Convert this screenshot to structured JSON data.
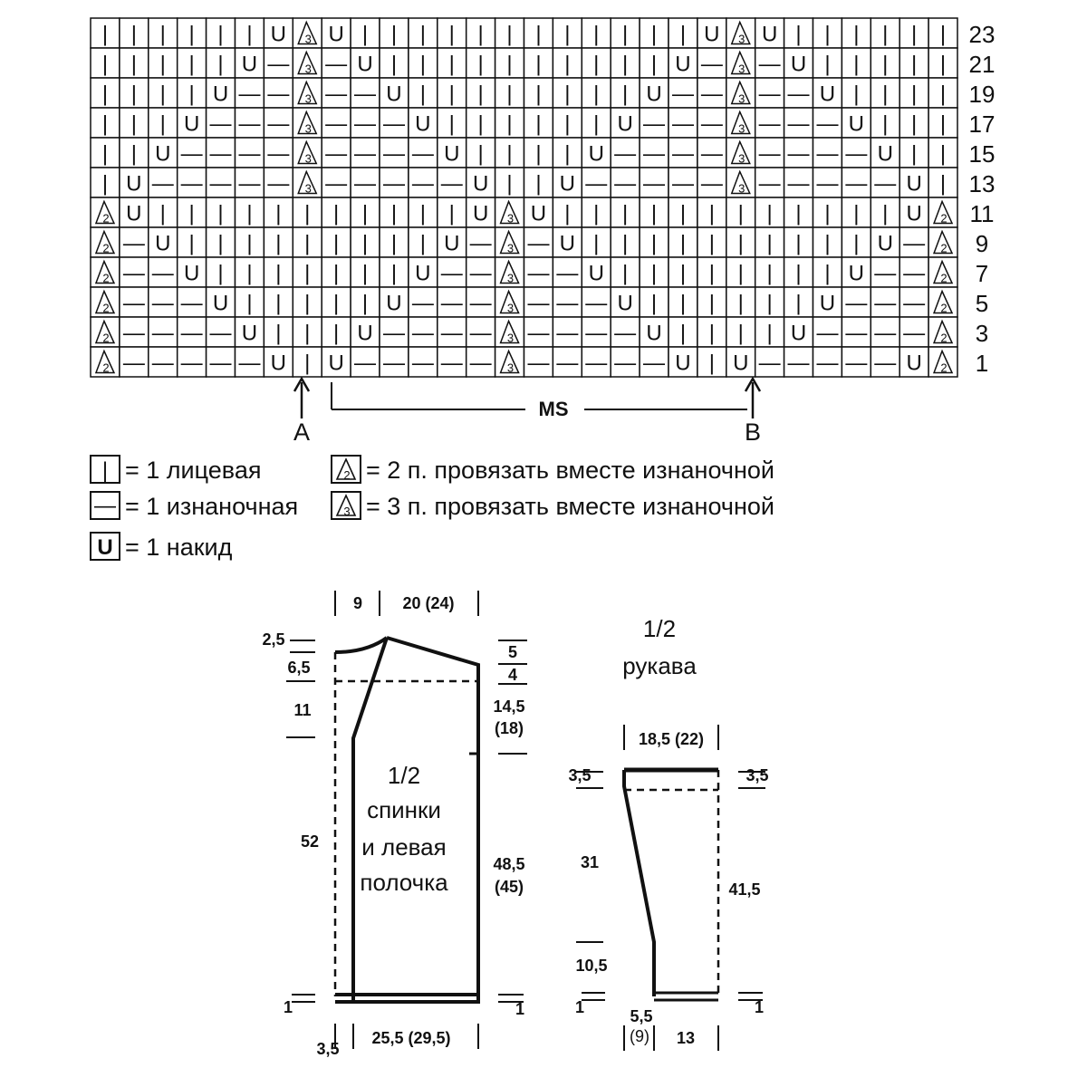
{
  "chart": {
    "row_numbers": [
      "23",
      "21",
      "19",
      "17",
      "15",
      "13",
      "11",
      "9",
      "7",
      "5",
      "3",
      "1"
    ],
    "rows": [
      [
        "|",
        "|",
        "|",
        "|",
        "|",
        "|",
        "U",
        "3",
        "U",
        "|",
        "|",
        "|",
        "|",
        "|",
        "|",
        "|",
        "|",
        "|",
        "|",
        "|",
        "|",
        "U",
        "3",
        "U",
        "|",
        "|",
        "|",
        "|",
        "|",
        "|"
      ],
      [
        "|",
        "|",
        "|",
        "|",
        "|",
        "U",
        "—",
        "3",
        "—",
        "U",
        "|",
        "|",
        "|",
        "|",
        "|",
        "|",
        "|",
        "|",
        "|",
        "|",
        "U",
        "—",
        "3",
        "—",
        "U",
        "|",
        "|",
        "|",
        "|",
        "|"
      ],
      [
        "|",
        "|",
        "|",
        "|",
        "U",
        "—",
        "—",
        "3",
        "—",
        "—",
        "U",
        "|",
        "|",
        "|",
        "|",
        "|",
        "|",
        "|",
        "|",
        "U",
        "—",
        "—",
        "3",
        "—",
        "—",
        "U",
        "|",
        "|",
        "|",
        "|"
      ],
      [
        "|",
        "|",
        "|",
        "U",
        "—",
        "—",
        "—",
        "3",
        "—",
        "—",
        "—",
        "U",
        "|",
        "|",
        "|",
        "|",
        "|",
        "|",
        "U",
        "—",
        "—",
        "—",
        "3",
        "—",
        "—",
        "—",
        "U",
        "|",
        "|",
        "|"
      ],
      [
        "|",
        "|",
        "U",
        "—",
        "—",
        "—",
        "—",
        "3",
        "—",
        "—",
        "—",
        "—",
        "U",
        "|",
        "|",
        "|",
        "|",
        "U",
        "—",
        "—",
        "—",
        "—",
        "3",
        "—",
        "—",
        "—",
        "—",
        "U",
        "|",
        "|"
      ],
      [
        "|",
        "U",
        "—",
        "—",
        "—",
        "—",
        "—",
        "3",
        "—",
        "—",
        "—",
        "—",
        "—",
        "U",
        "|",
        "|",
        "U",
        "—",
        "—",
        "—",
        "—",
        "—",
        "3",
        "—",
        "—",
        "—",
        "—",
        "—",
        "U",
        "|"
      ],
      [
        "2",
        "U",
        "|",
        "|",
        "|",
        "|",
        "|",
        "|",
        "|",
        "|",
        "|",
        "|",
        "|",
        "U",
        "3",
        "U",
        "|",
        "|",
        "|",
        "|",
        "|",
        "|",
        "|",
        "|",
        "|",
        "|",
        "|",
        "|",
        "U",
        "2"
      ],
      [
        "2",
        "—",
        "U",
        "|",
        "|",
        "|",
        "|",
        "|",
        "|",
        "|",
        "|",
        "|",
        "U",
        "—",
        "3",
        "—",
        "U",
        "|",
        "|",
        "|",
        "|",
        "|",
        "|",
        "|",
        "|",
        "|",
        "|",
        "U",
        "—",
        "2"
      ],
      [
        "2",
        "—",
        "—",
        "U",
        "|",
        "|",
        "|",
        "|",
        "|",
        "|",
        "|",
        "U",
        "—",
        "—",
        "3",
        "—",
        "—",
        "U",
        "|",
        "|",
        "|",
        "|",
        "|",
        "|",
        "|",
        "|",
        "U",
        "—",
        "—",
        "2"
      ],
      [
        "2",
        "—",
        "—",
        "—",
        "U",
        "|",
        "|",
        "|",
        "|",
        "|",
        "U",
        "—",
        "—",
        "—",
        "3",
        "—",
        "—",
        "—",
        "U",
        "|",
        "|",
        "|",
        "|",
        "|",
        "|",
        "U",
        "—",
        "—",
        "—",
        "2"
      ],
      [
        "2",
        "—",
        "—",
        "—",
        "—",
        "U",
        "|",
        "|",
        "|",
        "U",
        "—",
        "—",
        "—",
        "—",
        "3",
        "—",
        "—",
        "—",
        "—",
        "U",
        "|",
        "|",
        "|",
        "|",
        "U",
        "—",
        "—",
        "—",
        "—",
        "2"
      ],
      [
        "2",
        "—",
        "—",
        "—",
        "—",
        "—",
        "U",
        "|",
        "U",
        "—",
        "—",
        "—",
        "—",
        "—",
        "3",
        "—",
        "—",
        "—",
        "—",
        "—",
        "U",
        "|",
        "U",
        "—",
        "—",
        "—",
        "—",
        "—",
        "U",
        "2"
      ]
    ],
    "marker_a": "A",
    "marker_b": "B",
    "ms_label": "MS"
  },
  "legend": {
    "knit": "= 1 лицевая",
    "purl": "= 1 изнаночная",
    "yo": "= 1 накид",
    "p2tog": "= 2 п. провязать вместе изнаночной",
    "p3tog": "= 3 п. провязать вместе изнаночной",
    "sym_knit": "|",
    "sym_purl": "—",
    "sym_yo": "U",
    "sym_p2": "2",
    "sym_p3": "3"
  },
  "body_schematic": {
    "title1": "1/2",
    "title2": "спинки",
    "title3": "и левая",
    "title4": "полочка",
    "top_left": "9",
    "top_right": "20 (24)",
    "left_25": "2,5",
    "left_65": "6,5",
    "left_11": "11",
    "left_52": "52",
    "left_1": "1",
    "right_5": "5",
    "right_4": "4",
    "right_145": "14,5",
    "right_18": "(18)",
    "right_485": "48,5",
    "right_45": "(45)",
    "right_1": "1",
    "bottom_35": "3,5",
    "bottom_width": "25,5 (29,5)"
  },
  "sleeve_schematic": {
    "title1": "1/2",
    "title2": "рукава",
    "top_width": "18,5 (22)",
    "left_35": "3,5",
    "right_35": "3,5",
    "left_31": "31",
    "left_105": "10,5",
    "left_1": "1",
    "right_415": "41,5",
    "right_1": "1",
    "bottom_55": "5,5",
    "bottom_9": "(9)",
    "bottom_13": "13"
  }
}
